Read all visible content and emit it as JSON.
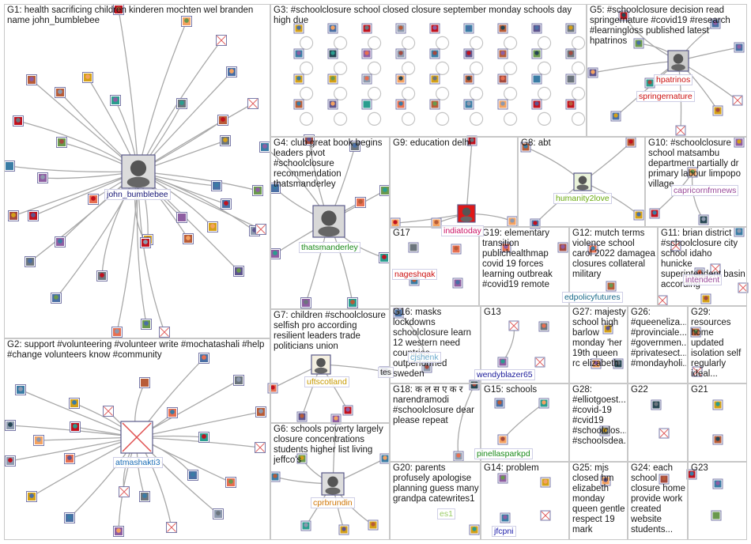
{
  "groups": [
    {
      "id": "G1",
      "title": "G1: health sacrificing children kinderen mochten wel branden name john_bumblebee"
    },
    {
      "id": "G2",
      "title": "G2: support #volunteering #volunteer write #mochatashali #help #change volunteers know #community"
    },
    {
      "id": "G3",
      "title": "G3: #schoolclosure school closed closure september monday schools day high due"
    },
    {
      "id": "G4",
      "title": "G4: club great book begins leaders pivot #schoolclosure recommendation thatsmanderley"
    },
    {
      "id": "G5",
      "title": "G5: #schoolclosure decision read springernature #covid19 #research #learningloss published latest hpatrinos"
    },
    {
      "id": "G6",
      "title": "G6: schools poverty largely closure concentrations students higher list living jeffco's"
    },
    {
      "id": "G7",
      "title": "G7: children #schoolclosure selfish pro according resilient leaders trade politicians union"
    },
    {
      "id": "G8",
      "title": "G8: abt"
    },
    {
      "id": "G9",
      "title": "G9: education delhi"
    },
    {
      "id": "G10",
      "title": "G10: #schoolclosure school matsambu department partially dr primary labour limpopo village"
    },
    {
      "id": "G11",
      "title": "G11: brian district #schoolclosure city school idaho hunicke superintendent basin according"
    },
    {
      "id": "G12",
      "title": "G12: mutch terms violence school carol 2022 damagea closures collateral military"
    },
    {
      "id": "G13",
      "title": "G13"
    },
    {
      "id": "G14",
      "title": "G14: problem"
    },
    {
      "id": "G15",
      "title": "G15: schools"
    },
    {
      "id": "G16",
      "title": "G16: masks lockdowns schoolclosure learn 12 western need countries outperformed sweden"
    },
    {
      "id": "G17",
      "title": "G17"
    },
    {
      "id": "G18",
      "title": "G18: क ल स ए क र narendramodi #schoolclosure dear please repeat"
    },
    {
      "id": "G19",
      "title": "G19: elementary transition publichealthmap covid 19 forces learning outbreak #covid19 remote"
    },
    {
      "id": "G20",
      "title": "G20: parents profusely apologise planning guess many grandpa catewrites1"
    },
    {
      "id": "G21",
      "title": "G21"
    },
    {
      "id": "G22",
      "title": "G22"
    },
    {
      "id": "G23",
      "title": "G23"
    },
    {
      "id": "G24",
      "title": "G24: each school closure home provide work created website students..."
    },
    {
      "id": "G25",
      "title": "G25: mjs closed hm elizabeth monday queen gentle respect 19 mark"
    },
    {
      "id": "G26",
      "title": "G26: #queeneliza... #provinciale... #governmen... #privatesect... #mondayholi..."
    },
    {
      "id": "G27",
      "title": "G27: majesty school high barlow monday 'her 19th queen rc elizabeth"
    },
    {
      "id": "G28",
      "title": "G28: #elliotgoest... #covid-19 #cvid19 #schoolclos... #schoolsdea..."
    },
    {
      "id": "G29",
      "title": "G29: resources home updated isolation self regularly ideal..."
    }
  ],
  "hubs": [
    {
      "name": "john_bumblebee",
      "color": "#1a1a7a"
    },
    {
      "name": "atmashakti3",
      "color": "#1d6fb8"
    },
    {
      "name": "thatsmanderley",
      "color": "#1a8a1a"
    },
    {
      "name": "hpatrinos",
      "color": "#cc1111"
    },
    {
      "name": "springernature",
      "color": "#cc1111"
    },
    {
      "name": "cprbrundin",
      "color": "#d2780a"
    },
    {
      "name": "uftscotland",
      "color": "#c89a00"
    },
    {
      "name": "humanity2love",
      "color": "#6aaa10"
    },
    {
      "name": "indiatoday",
      "color": "#cc1166"
    },
    {
      "name": "capricornfmnews",
      "color": "#9a4a9a"
    },
    {
      "name": "intendent",
      "color": "#9a4a9a"
    },
    {
      "name": "edpolicyfutures",
      "color": "#1a6a8a"
    },
    {
      "name": "nageshqak",
      "color": "#cc1111"
    },
    {
      "name": "wendyblazer65",
      "color": "#1a1a9a"
    },
    {
      "name": "pinellasparkpd",
      "color": "#1a8a1a"
    },
    {
      "name": "jfcpni",
      "color": "#1a1aaa"
    },
    {
      "name": "cjshenk",
      "color": "#6aaacc"
    },
    {
      "name": "tes",
      "color": "#1a1a1a"
    },
    {
      "name": "es1",
      "color": "#9acc66"
    }
  ],
  "colors": {
    "edge": "#a9a9a9",
    "border": "#c8c8c8"
  }
}
